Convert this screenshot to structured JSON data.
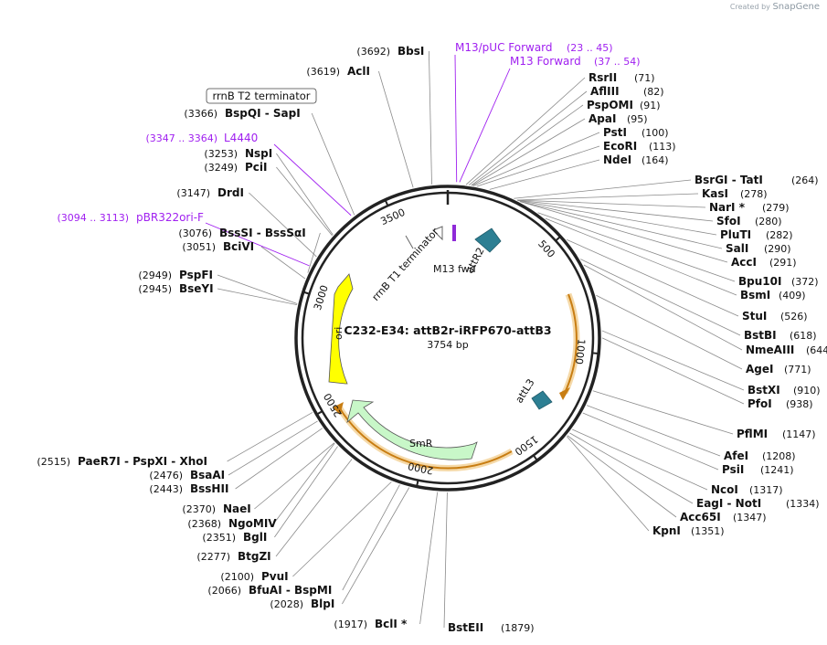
{
  "brand": {
    "prefix": "Created by",
    "name": "SnapGene"
  },
  "plasmid": {
    "name": "C232-E34: attB2r-iRFP670-attB3",
    "size": "3754 bp"
  },
  "ticks": [
    "500",
    "1000",
    "1500",
    "2000",
    "2500",
    "3000",
    "3500"
  ],
  "primers": [
    {
      "name": "M13/pUC Forward",
      "range": "(23 .. 45)"
    },
    {
      "name": "M13 Forward",
      "range": "(37 .. 54)"
    },
    {
      "name": "L4440",
      "range": "(3347 .. 3364)"
    },
    {
      "name": "pBR322ori-F",
      "range": "(3094 .. 3113)"
    }
  ],
  "terminator_box": "rrnB T2 terminator",
  "sites_right": [
    {
      "name": "RsrII",
      "pos": "(71)"
    },
    {
      "name": "AflIII",
      "pos": "(82)"
    },
    {
      "name": "PspOMI",
      "pos": "(91)"
    },
    {
      "name": "ApaI",
      "pos": "(95)"
    },
    {
      "name": "PstI",
      "pos": "(100)"
    },
    {
      "name": "EcoRI",
      "pos": "(113)"
    },
    {
      "name": "NdeI",
      "pos": "(164)"
    },
    {
      "name": "BsrGI - TatI",
      "pos": "(264)"
    },
    {
      "name": "KasI",
      "pos": "(278)"
    },
    {
      "name": "NarI *",
      "pos": "(279)"
    },
    {
      "name": "SfoI",
      "pos": "(280)"
    },
    {
      "name": "PluTI",
      "pos": "(282)"
    },
    {
      "name": "SalI",
      "pos": "(290)"
    },
    {
      "name": "AccI",
      "pos": "(291)"
    },
    {
      "name": "Bpu10I",
      "pos": "(372)"
    },
    {
      "name": "BsmI",
      "pos": "(409)"
    },
    {
      "name": "StuI",
      "pos": "(526)"
    },
    {
      "name": "BstBI",
      "pos": "(618)"
    },
    {
      "name": "NmeAIII",
      "pos": "(644)"
    },
    {
      "name": "AgeI",
      "pos": "(771)"
    },
    {
      "name": "BstXI",
      "pos": "(910)"
    },
    {
      "name": "PfoI",
      "pos": "(938)"
    },
    {
      "name": "PflMI",
      "pos": "(1147)"
    },
    {
      "name": "AfeI",
      "pos": "(1208)"
    },
    {
      "name": "PsiI",
      "pos": "(1241)"
    },
    {
      "name": "NcoI",
      "pos": "(1317)"
    },
    {
      "name": "EagI - NotI",
      "pos": "(1334)"
    },
    {
      "name": "Acc65I",
      "pos": "(1347)"
    },
    {
      "name": "KpnI",
      "pos": "(1351)"
    }
  ],
  "sites_left": [
    {
      "name": "BbsI",
      "pos": "(3692)"
    },
    {
      "name": "AclI",
      "pos": "(3619)"
    },
    {
      "name": "BspQI - SapI",
      "pos": "(3366)"
    },
    {
      "name": "NspI",
      "pos": "(3253)"
    },
    {
      "name": "PciI",
      "pos": "(3249)"
    },
    {
      "name": "DrdI",
      "pos": "(3147)"
    },
    {
      "name": "BssSI - BssSαI",
      "pos": "(3076)"
    },
    {
      "name": "BciVI",
      "pos": "(3051)"
    },
    {
      "name": "PspFI",
      "pos": "(2949)"
    },
    {
      "name": "BseYI",
      "pos": "(2945)"
    },
    {
      "name": "PaeR7I - PspXI - XhoI",
      "pos": "(2515)"
    },
    {
      "name": "BsaAI",
      "pos": "(2476)"
    },
    {
      "name": "BssHII",
      "pos": "(2443)"
    },
    {
      "name": "NaeI",
      "pos": "(2370)"
    },
    {
      "name": "NgoMIV",
      "pos": "(2368)"
    },
    {
      "name": "BglI",
      "pos": "(2351)"
    },
    {
      "name": "BtgZI",
      "pos": "(2277)"
    },
    {
      "name": "PvuI",
      "pos": "(2100)"
    },
    {
      "name": "BfuAI - BspMI",
      "pos": "(2066)"
    },
    {
      "name": "BlpI",
      "pos": "(2028)"
    },
    {
      "name": "BclI *",
      "pos": "(1917)"
    }
  ],
  "sites_bottom": [
    {
      "name": "BstEII",
      "pos": "(1879)"
    }
  ],
  "features": [
    {
      "label": "M13 fwd"
    },
    {
      "label": "attR2"
    },
    {
      "label": "rrnB T1 terminator"
    },
    {
      "label": "ori"
    },
    {
      "label": "attL3"
    },
    {
      "label": "SmR"
    }
  ],
  "colors": {
    "primer": "#a020f0",
    "ori": "#ffff00",
    "smr": "#c8f7c8",
    "att": "#2d7f93",
    "orange": "#e8a33c",
    "backbone": "#222222"
  }
}
